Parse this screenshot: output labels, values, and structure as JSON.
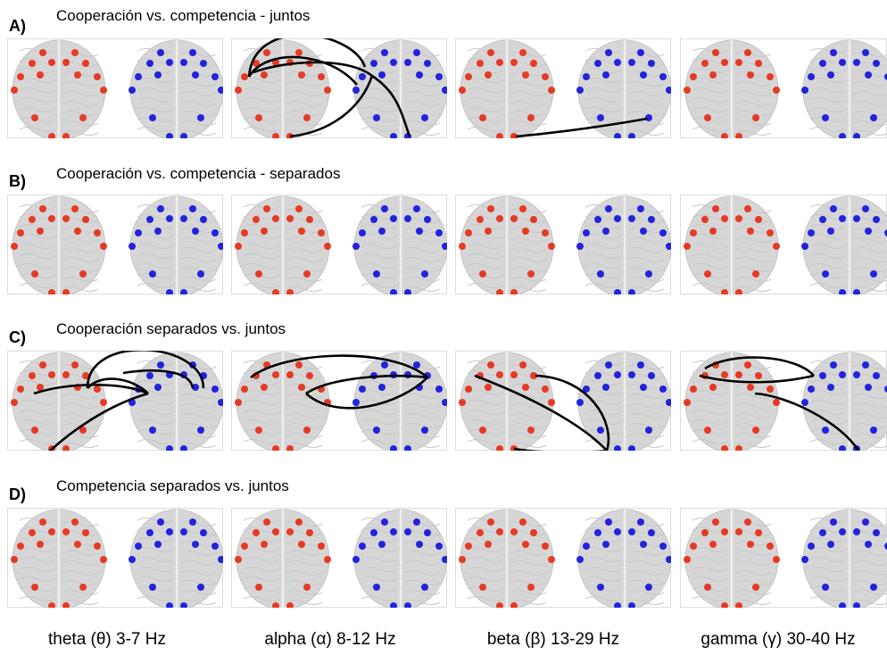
{
  "rows": [
    {
      "letter": "A)",
      "title": "Cooperación vs. competencia - juntos"
    },
    {
      "letter": "B)",
      "title": "Cooperación vs. competencia - separados"
    },
    {
      "letter": "C)",
      "title": "Cooperación separados vs. juntos"
    },
    {
      "letter": "D)",
      "title": "Competencia separados vs. juntos"
    }
  ],
  "bands": [
    "theta (θ) 3-7 Hz",
    "alpha (α) 8-12 Hz",
    "beta (β) 13-29 Hz",
    "gamma (γ) 30-40 Hz"
  ],
  "colors": {
    "participant_1_electrodes": "#e63a25",
    "participant_2_electrodes": "#2323dd",
    "brain": "#d6d6d6",
    "connection": "#000000",
    "frame": "#dddddd"
  }
}
